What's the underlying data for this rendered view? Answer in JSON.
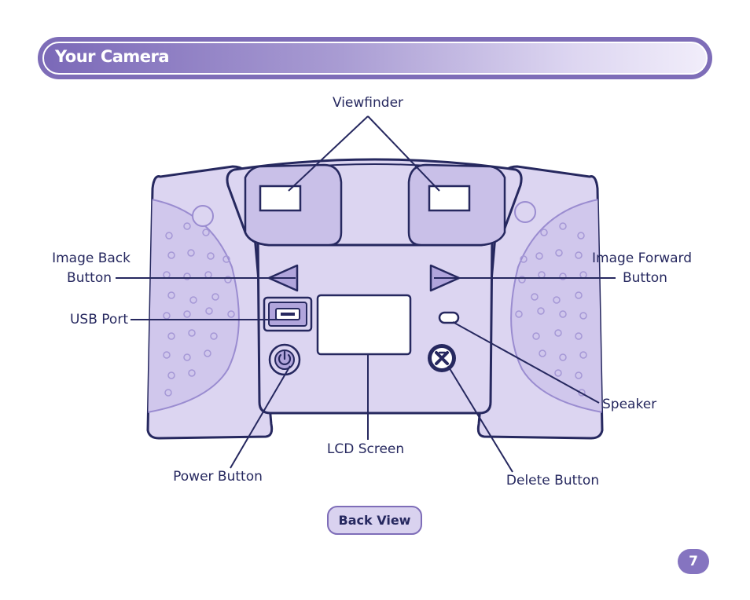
{
  "header": {
    "title": "Your Camera"
  },
  "labels": {
    "viewfinder": "Viewfinder",
    "image_back_line1": "Image Back",
    "image_back_line2": "Button",
    "usb_port": "USB Port",
    "power_button": "Power Button",
    "lcd_screen": "LCD Screen",
    "image_forward_line1": "Image Forward",
    "image_forward_line2": "Button",
    "speaker": "Speaker",
    "delete_button": "Delete Button"
  },
  "view_badge": "Back View",
  "page_number": "7",
  "colors": {
    "body_fill": "#dcd5f1",
    "outline": "#26285f",
    "banner": "#7e6db8",
    "accent_fill": "#b1a5dc"
  }
}
